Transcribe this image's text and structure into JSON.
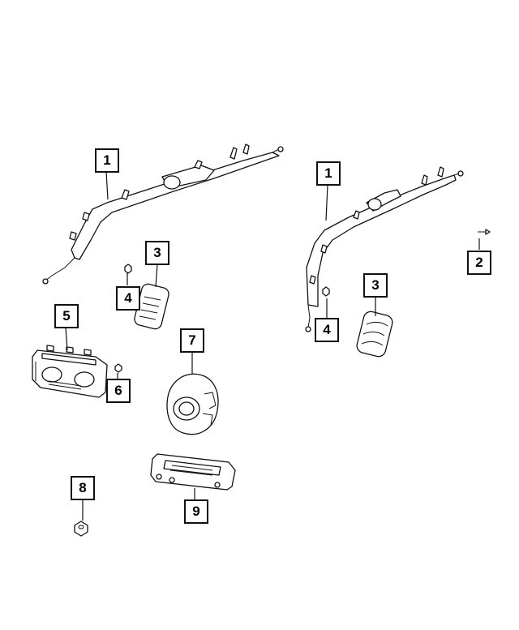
{
  "callouts": {
    "c1a": "1",
    "c1b": "1",
    "c2": "2",
    "c3a": "3",
    "c3b": "3",
    "c4a": "4",
    "c4b": "4",
    "c5": "5",
    "c6": "6",
    "c7": "7",
    "c8": "8",
    "c9": "9"
  }
}
